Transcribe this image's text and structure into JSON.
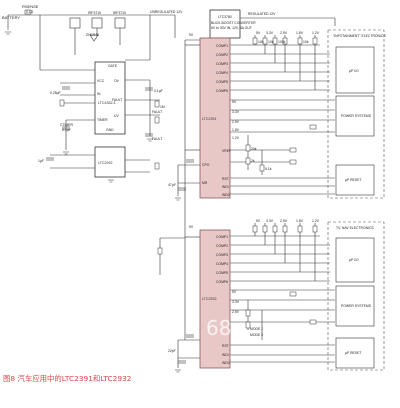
{
  "caption": "图8  汽车应用中的LTC2391和LTC2932",
  "watermark": "68",
  "colors": {
    "chip_fill": "#e8c7c7",
    "chip_stroke": "#8a5a5a",
    "wire": "#333333",
    "caption": "#d64a4a"
  },
  "labels": {
    "rsense": "RSENSE",
    "battery": "BATTERY",
    "sense_r": "0.1Ω",
    "mosfet_a": "IRF3710",
    "mosfet_b": "IRF3710",
    "zener": "ZHCS40",
    "unreg": "UNREGULATED 12V",
    "regulated": "REGULATED 12V",
    "boost_a": "LTC3780",
    "boost_b": "BUCK-BOOST CONVERTER",
    "boost_c": "6V to 30V IN, 12V, 4A OUT",
    "chip1": "LTC4352-1",
    "chip2": "LTC2932",
    "chip3": "LTC2391",
    "chip4": "LTC2932",
    "pin_gate": "GATE",
    "pin_vcc": "VCC",
    "pin_ov": "OV",
    "pin_uv": "UV",
    "pin_gnd": "GND",
    "pin_in": "IN",
    "pin_timer": "TIMER",
    "pin_fault": "FAULT",
    "pin_comp1": "COMP1",
    "pin_comp2": "COMP2",
    "pin_comp3": "COMP3",
    "pin_comp4": "COMP4",
    "pin_comp5": "COMP5",
    "pin_comp6": "COMP6",
    "pin_rst": "RST",
    "pin_wdi": "WDI",
    "pin_wdo": "WDO",
    "pin_vref": "VREF",
    "pin_cpo": "CPO",
    "pin_mr": "MR",
    "cap_025": "0.25µF",
    "cap_01": "0.1µF",
    "cap_1": "1µF",
    "ctimer": "CTIMER",
    "ctimer_val": "0.1µF",
    "r_10k": "10k",
    "r_100k": "100k",
    "r_1m": "1M",
    "r_5v": "5V",
    "r_33v": "3.3V",
    "r_25v": "2.5V",
    "r_18v": "1.8V",
    "r_12v": "1.2V",
    "v9": "9V",
    "v5": "5V",
    "v33": "3.3V",
    "v25": "2.5V",
    "v18": "1.8V",
    "v12": "1.2V",
    "mode1": "MODE 1",
    "mode2": "MODE 2",
    "infotainment": "\"INFOTAINMENT\" ELECTRONICS",
    "tvnav": "TV, NAV ELECTRONICS",
    "up_io": "µP I/O",
    "power_systems": "POWER SYSTEMS",
    "up_reset": "µP RESET",
    "up_io2": "µP I/O",
    "power_systems2": "POWER SYSTEMS",
    "up_reset2": "µP RESET",
    "fault_out": "FAULT",
    "fault_b": "FAULT",
    "r_20k": "20k",
    "r_2k": "2k",
    "r_51k": "5.1k",
    "cap_47": "47µF",
    "cap_22": "22pF"
  }
}
